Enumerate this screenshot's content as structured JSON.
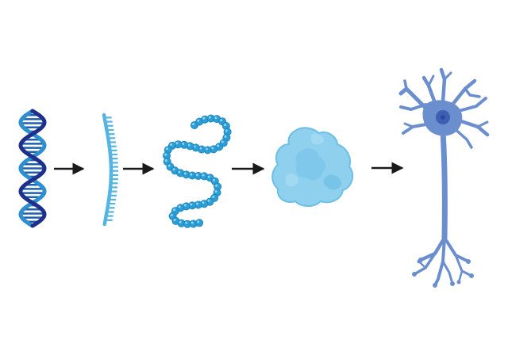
{
  "diagram": {
    "stages": [
      {
        "id": "dna",
        "icon": "dna-double-helix-icon"
      },
      {
        "id": "rna",
        "icon": "mrna-strand-icon"
      },
      {
        "id": "polypeptide",
        "icon": "amino-acid-chain-icon"
      },
      {
        "id": "protein",
        "icon": "folded-protein-icon"
      },
      {
        "id": "neuron",
        "icon": "neuron-cell-icon"
      }
    ],
    "arrows": [
      {
        "from": "dna",
        "to": "rna"
      },
      {
        "from": "rna",
        "to": "polypeptide"
      },
      {
        "from": "polypeptide",
        "to": "protein"
      },
      {
        "from": "protein",
        "to": "neuron"
      }
    ],
    "colors": {
      "dna_backbone_dark": "#1e2f8c",
      "dna_backbone_light": "#2d8fd0",
      "dna_rungs": "#1e5fae",
      "rna": "#56b4e0",
      "beads": "#2a9fd6",
      "bead_highlight": "#8fd4f3",
      "protein": "#8fd0ee",
      "protein_shade": "#6cbfe6",
      "neuron": "#6b8fce",
      "neuron_nucleus": "#3f5fb3",
      "arrow": "#1a1a1a"
    }
  }
}
